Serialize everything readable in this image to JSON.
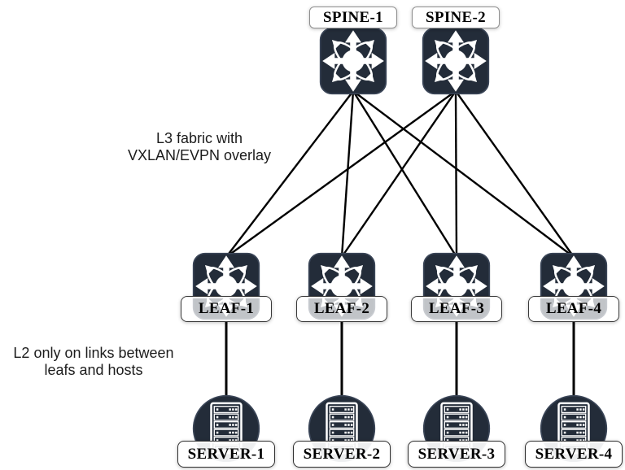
{
  "diagram": {
    "annotations": {
      "fabric_note": {
        "line1": "L3 fabric with",
        "line2": "VXLAN/EVPN overlay"
      },
      "access_note": {
        "line1": "L2 only on links between",
        "line2": "leafs and hosts"
      }
    },
    "nodes": {
      "spines": [
        {
          "id": "spine-1",
          "label": "SPINE-1",
          "icon": "multilayer-switch-icon"
        },
        {
          "id": "spine-2",
          "label": "SPINE-2",
          "icon": "multilayer-switch-icon"
        }
      ],
      "leaves": [
        {
          "id": "leaf-1",
          "label": "LEAF-1",
          "icon": "multilayer-switch-icon"
        },
        {
          "id": "leaf-2",
          "label": "LEAF-2",
          "icon": "multilayer-switch-icon"
        },
        {
          "id": "leaf-3",
          "label": "LEAF-3",
          "icon": "multilayer-switch-icon"
        },
        {
          "id": "leaf-4",
          "label": "LEAF-4",
          "icon": "multilayer-switch-icon"
        }
      ],
      "servers": [
        {
          "id": "server-1",
          "label": "SERVER-1",
          "icon": "rack-server-icon"
        },
        {
          "id": "server-2",
          "label": "SERVER-2",
          "icon": "rack-server-icon"
        },
        {
          "id": "server-3",
          "label": "SERVER-3",
          "icon": "rack-server-icon"
        },
        {
          "id": "server-4",
          "label": "SERVER-4",
          "icon": "rack-server-icon"
        }
      ]
    },
    "edges": {
      "fabric": [
        [
          "spine-1",
          "leaf-1"
        ],
        [
          "spine-1",
          "leaf-2"
        ],
        [
          "spine-1",
          "leaf-3"
        ],
        [
          "spine-1",
          "leaf-4"
        ],
        [
          "spine-2",
          "leaf-1"
        ],
        [
          "spine-2",
          "leaf-2"
        ],
        [
          "spine-2",
          "leaf-3"
        ],
        [
          "spine-2",
          "leaf-4"
        ]
      ],
      "access": [
        [
          "leaf-1",
          "server-1"
        ],
        [
          "leaf-2",
          "server-2"
        ],
        [
          "leaf-3",
          "server-3"
        ],
        [
          "leaf-4",
          "server-4"
        ]
      ]
    },
    "colors": {
      "node_fill": "#232c39",
      "node_edge": "#3a4557",
      "glyph": "#ffffff",
      "line": "#000000",
      "label_text": "#000000"
    }
  }
}
